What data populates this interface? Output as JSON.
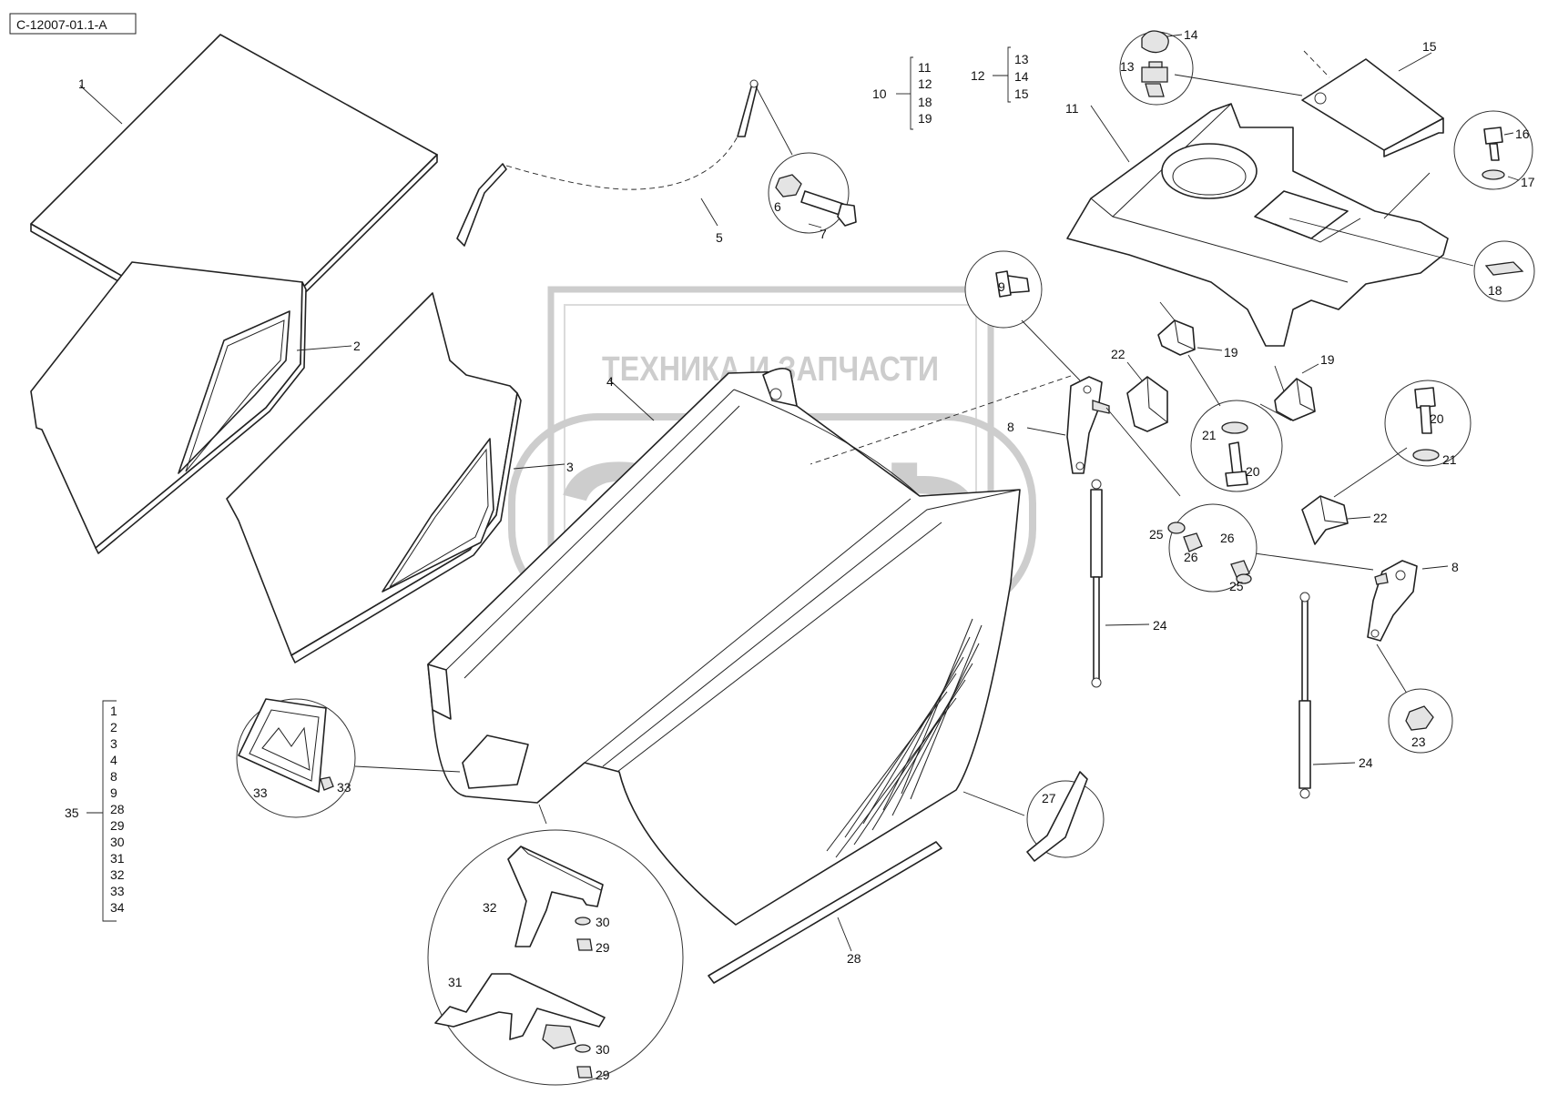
{
  "diagram_code": "C-12007-01.1-A",
  "watermark": {
    "top_text": "ТЕХНИКА И ЗАПЧАСТИ",
    "logo_text": "ЭПФ",
    "color": "#bdbdbd"
  },
  "callouts": [
    {
      "id": "c1",
      "text": "1"
    },
    {
      "id": "c2",
      "text": "2"
    },
    {
      "id": "c3",
      "text": "3"
    },
    {
      "id": "c4",
      "text": "4"
    },
    {
      "id": "c5",
      "text": "5"
    },
    {
      "id": "c6",
      "text": "6"
    },
    {
      "id": "c7",
      "text": "7"
    },
    {
      "id": "c8a",
      "text": "8"
    },
    {
      "id": "c8b",
      "text": "8"
    },
    {
      "id": "c9",
      "text": "9"
    },
    {
      "id": "c11",
      "text": "11"
    },
    {
      "id": "c13",
      "text": "13"
    },
    {
      "id": "c14",
      "text": "14"
    },
    {
      "id": "c15",
      "text": "15"
    },
    {
      "id": "c16",
      "text": "16"
    },
    {
      "id": "c17",
      "text": "17"
    },
    {
      "id": "c18",
      "text": "18"
    },
    {
      "id": "c19a",
      "text": "19"
    },
    {
      "id": "c19b",
      "text": "19"
    },
    {
      "id": "c20a",
      "text": "20"
    },
    {
      "id": "c20b",
      "text": "20"
    },
    {
      "id": "c21a",
      "text": "21"
    },
    {
      "id": "c21b",
      "text": "21"
    },
    {
      "id": "c22a",
      "text": "22"
    },
    {
      "id": "c22b",
      "text": "22"
    },
    {
      "id": "c23",
      "text": "23"
    },
    {
      "id": "c24a",
      "text": "24"
    },
    {
      "id": "c24b",
      "text": "24"
    },
    {
      "id": "c25a",
      "text": "25"
    },
    {
      "id": "c25b",
      "text": "25"
    },
    {
      "id": "c26a",
      "text": "26"
    },
    {
      "id": "c26b",
      "text": "26"
    },
    {
      "id": "c27",
      "text": "27"
    },
    {
      "id": "c28",
      "text": "28"
    },
    {
      "id": "c29a",
      "text": "29"
    },
    {
      "id": "c29b",
      "text": "29"
    },
    {
      "id": "c30a",
      "text": "30"
    },
    {
      "id": "c30b",
      "text": "30"
    },
    {
      "id": "c31",
      "text": "31"
    },
    {
      "id": "c32",
      "text": "32"
    },
    {
      "id": "c33a",
      "text": "33"
    },
    {
      "id": "c33b",
      "text": "33"
    }
  ],
  "assemblies": [
    {
      "id": "a10",
      "parent": "10",
      "children": [
        "11",
        "12",
        "18",
        "19"
      ]
    },
    {
      "id": "a12",
      "parent": "12",
      "children": [
        "13",
        "14",
        "15"
      ]
    },
    {
      "id": "a35",
      "parent": "35",
      "children": [
        "1",
        "2",
        "3",
        "4",
        "8",
        "9",
        "28",
        "29",
        "30",
        "31",
        "32",
        "33",
        "34"
      ]
    }
  ]
}
